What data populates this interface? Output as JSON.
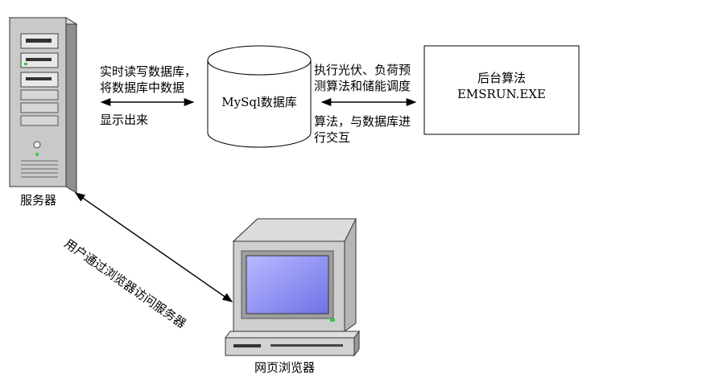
{
  "server": {
    "label": "服务器",
    "icon": "server-tower-icon"
  },
  "browser": {
    "label": "网页浏览器",
    "icon": "desktop-computer-icon"
  },
  "database": {
    "label": "MySql数据库",
    "icon": "database-cylinder-icon"
  },
  "backend": {
    "title": "后台算法",
    "exe": "EMSRUN.EXE"
  },
  "server_db_link": {
    "line1": "实时读写数据库，",
    "line2": "将数据库中数据",
    "line3": "显示出来"
  },
  "db_backend_link": {
    "line1": "执行光伏、负荷预",
    "line2": "测算法和储能调度",
    "line3": "算法，与数据库进",
    "line4": "行交互"
  },
  "user_link": {
    "label": "用户通过浏览器访问服务器"
  },
  "colors": {
    "screen": "#8a8cf2",
    "case": "#c8c8c8",
    "led_green": "#2ecc40"
  }
}
